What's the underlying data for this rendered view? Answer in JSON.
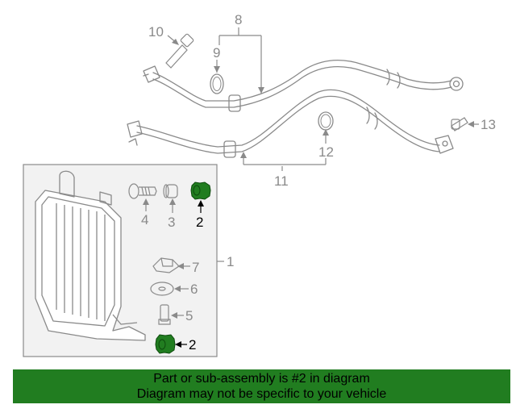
{
  "callouts": {
    "c10": "10",
    "c8": "8",
    "c9": "9",
    "c13": "13",
    "c12": "12",
    "c11": "11",
    "c1": "1",
    "c4": "4",
    "c3": "3",
    "c2a": "2",
    "c7": "7",
    "c6": "6",
    "c5": "5",
    "c2b": "2"
  },
  "highlighted_part": "2",
  "banner": {
    "line1": "Part or sub-assembly is #2 in diagram",
    "line2": "Diagram may not be specific to your vehicle"
  },
  "colors": {
    "line": "#8a8a8a",
    "highlight": "#217d20",
    "banner_bg": "#217d20",
    "box_bg": "#f2f2f2"
  }
}
